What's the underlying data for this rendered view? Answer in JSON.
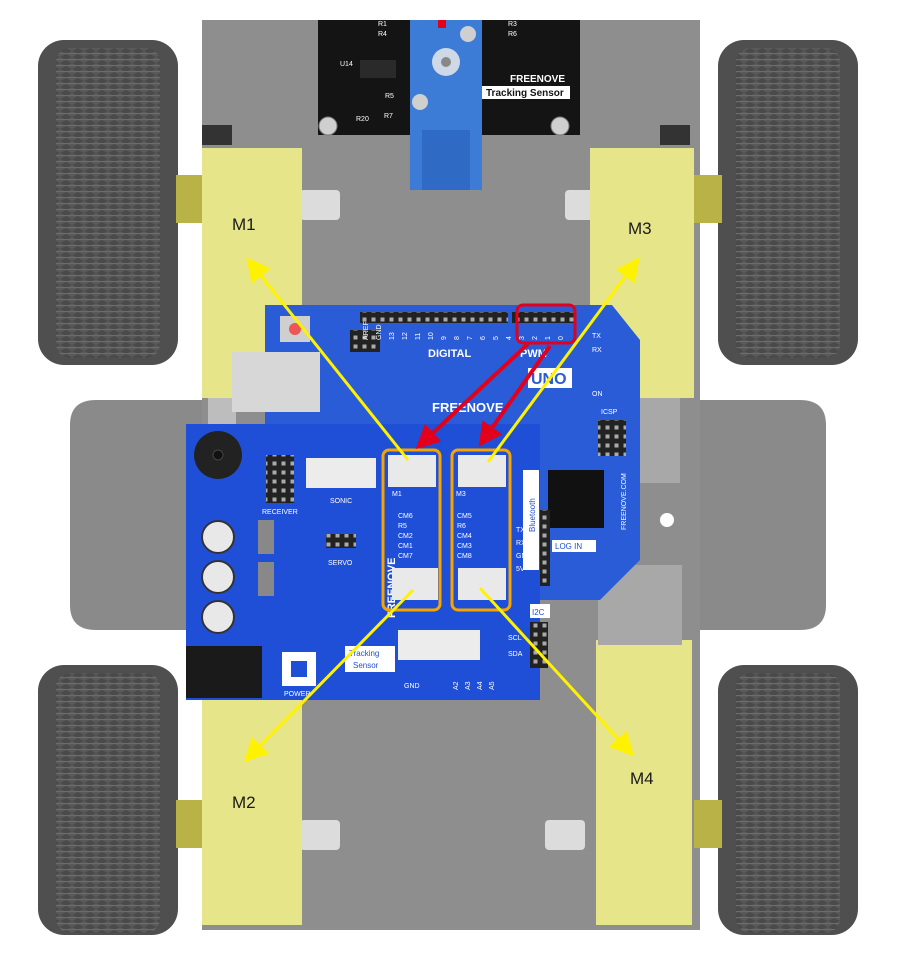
{
  "motor_labels": {
    "m1": "M1",
    "m2": "M2",
    "m3": "M3",
    "m4": "M4"
  },
  "tracking_module": {
    "brand": "FREENOVE",
    "title": "Tracking Sensor",
    "parts": [
      "R1",
      "R4",
      "R3",
      "R6",
      "U14",
      "R5",
      "R20",
      "R7"
    ]
  },
  "uno": {
    "name": "UNO",
    "brand": "FREENOVE",
    "header_labels": [
      "AREF",
      "GND",
      "13",
      "12",
      "11",
      "10",
      "9",
      "8",
      "7",
      "6",
      "5",
      "4",
      "3",
      "2",
      "1",
      "0"
    ],
    "digital_label": "DIGITAL",
    "pwm_label": "PWM",
    "tx_label": "TX",
    "rx_label": "RX",
    "on_label": "ON",
    "icsp_label": "ICSP",
    "website": "FREENOVE.COM"
  },
  "shield": {
    "receiver": "RECEIVER",
    "sonic": "SONIC",
    "servo": "SERVO",
    "bluetooth": "Bluetooth",
    "log_in": "LOG IN",
    "tracking": [
      "Tracking",
      "Sensor"
    ],
    "i2c": "I2C",
    "power": "POWER",
    "gnd": "GND",
    "brand": "FREENOVE",
    "bt_pins": [
      "TX",
      "RX",
      "GND",
      "5V"
    ],
    "cm_left": [
      "CM6",
      "R5",
      "CM2",
      "CM1",
      "CM7"
    ],
    "cm_right": [
      "CM5",
      "R6",
      "CM4",
      "CM3",
      "CM8"
    ],
    "analog": [
      "A2",
      "A3",
      "A4",
      "A5"
    ],
    "i2c_pins": [
      "SCL",
      "SDA"
    ],
    "m_small": [
      "M1",
      "M3"
    ]
  },
  "colors": {
    "arrow_yellow": "#fff200",
    "highlight_orange": "#f5a400",
    "highlight_red": "#e3001b",
    "pcb_blue": "#1f4fd6",
    "motor_yellow": "#e7e58a",
    "chassis": "#8e8e8e",
    "tire": "#555555"
  }
}
